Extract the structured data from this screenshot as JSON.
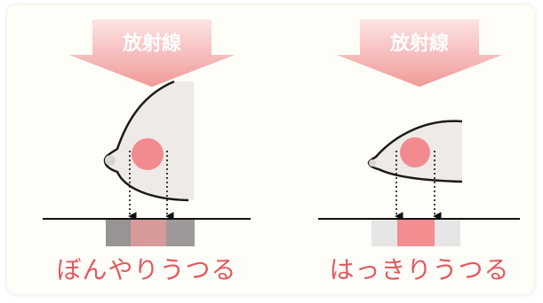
{
  "colors": {
    "panel_bg": "#fffdf8",
    "arrow": "#f0a7a5",
    "arrow_text": "#ffffff",
    "tumor": "#f28b8f",
    "breast_fill": "#eeeae6",
    "outline": "#1a1a1a",
    "caption": "#e05a5e",
    "blur_dark": "#8f8f8f",
    "blur_pink": "#d79a9a",
    "clear_light": "#e6e6e6",
    "clear_pink": "#f48d90"
  },
  "left": {
    "arrow_label": "放射線",
    "caption": "ぼんやりうつる"
  },
  "right": {
    "arrow_label": "放射線",
    "caption": "はっきりうつる"
  }
}
